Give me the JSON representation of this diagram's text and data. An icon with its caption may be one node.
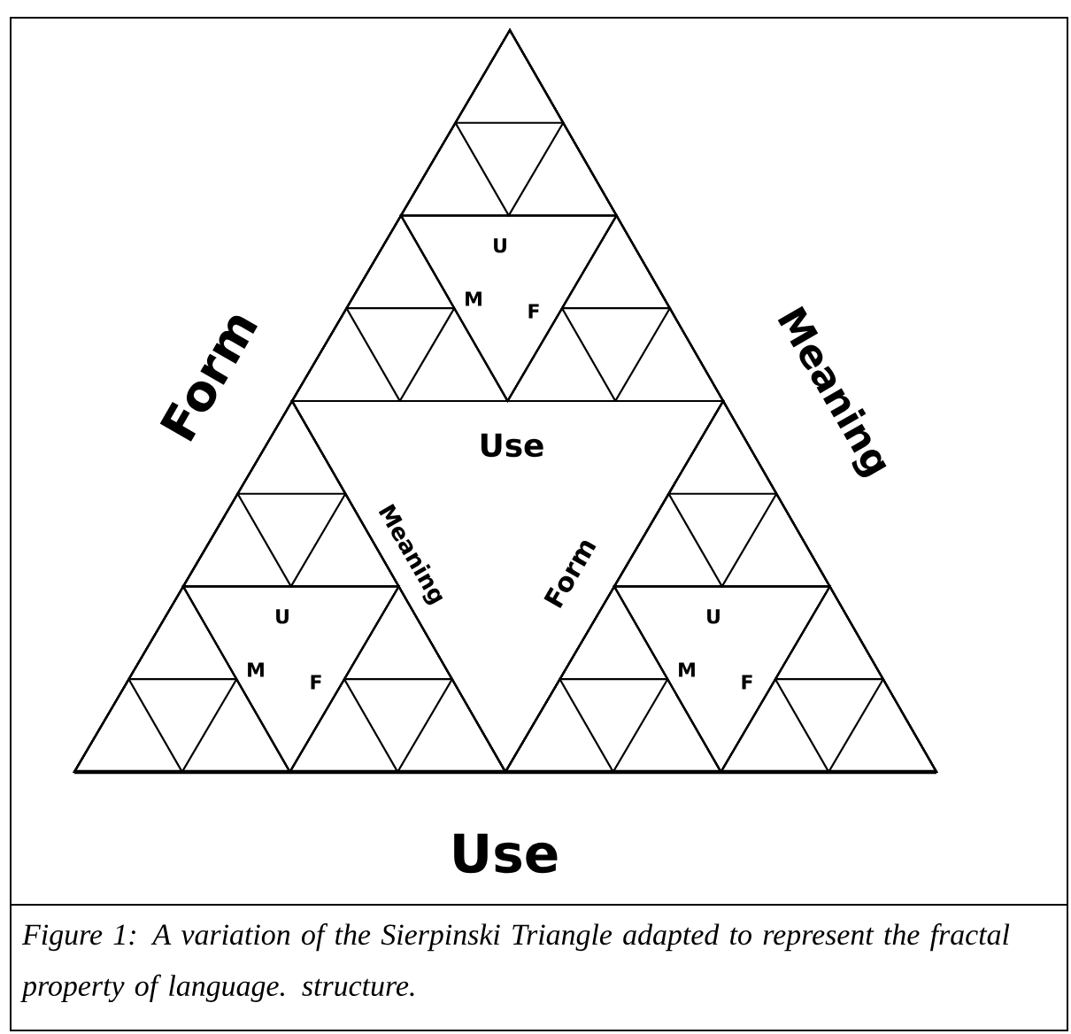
{
  "diagram": {
    "caption": "Figure 1: A variation of the Sierpinski Triangle adapted to represent the fractal property of language. structure.",
    "nodes": [
      {
        "text": [
          "Use",
          "Meaning",
          "Form"
        ]
      },
      {
        "text": [
          "U",
          "M",
          "F"
        ]
      },
      {
        "text": [
          "U",
          "M",
          "F"
        ]
      },
      {
        "text": [
          "U",
          "M",
          "F"
        ]
      }
    ],
    "labels": [
      "Form",
      "Meaning",
      "Use"
    ]
  }
}
